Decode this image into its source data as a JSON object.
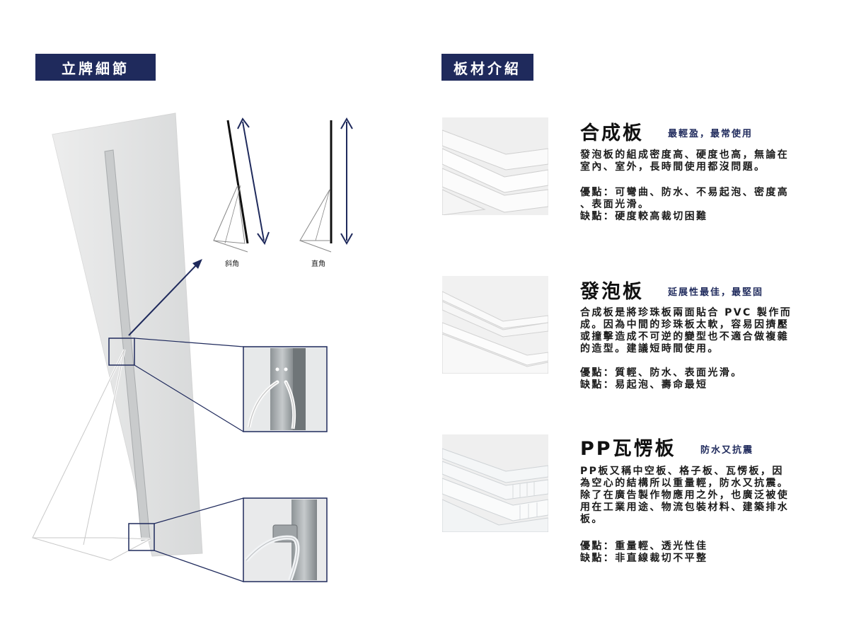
{
  "left_section": {
    "title": "立牌細節",
    "angle_labels": [
      "斜角",
      "直角"
    ]
  },
  "right_section": {
    "title": "板材介紹",
    "boards": [
      {
        "name": "合成板",
        "tagline": "最輕盈，最常使用",
        "description": "發泡板的組成密度高、硬度也高，無論在\n室內、室外，長時間使用都沒問題。",
        "pros_cons": "優點：可彎曲、防水、不易起泡、密度高\n、表面光滑。\n缺點：硬度較高裁切困難"
      },
      {
        "name": "發泡板",
        "tagline": "延展性最佳，最堅固",
        "description": "合成板是將珍珠板兩面貼合 PVC 製作而\n成。因為中間的珍珠板太軟，容易因擠壓\n或撞擊造成不可逆的變型也不適合做複雜\n的造型。建議短時間使用。",
        "pros_cons": "優點：質輕、防水、表面光滑。\n缺點：易起泡、壽命最短"
      },
      {
        "name": "PP瓦愣板",
        "tagline": "防水又抗震",
        "description": "PP板又稱中空板、格子板、瓦愣板，因\n為空心的結構所以重量輕，防水又抗震。\n除了在廣告製作物應用之外，也廣泛被使\n用在工業用途、物流包裝材料、建築排水\n板。",
        "pros_cons": "優點：重量輕、透光性佳\n缺點：非直線裁切不平整"
      }
    ]
  },
  "colors": {
    "accent": "#1f2a5c",
    "text": "#1a1a1a"
  }
}
